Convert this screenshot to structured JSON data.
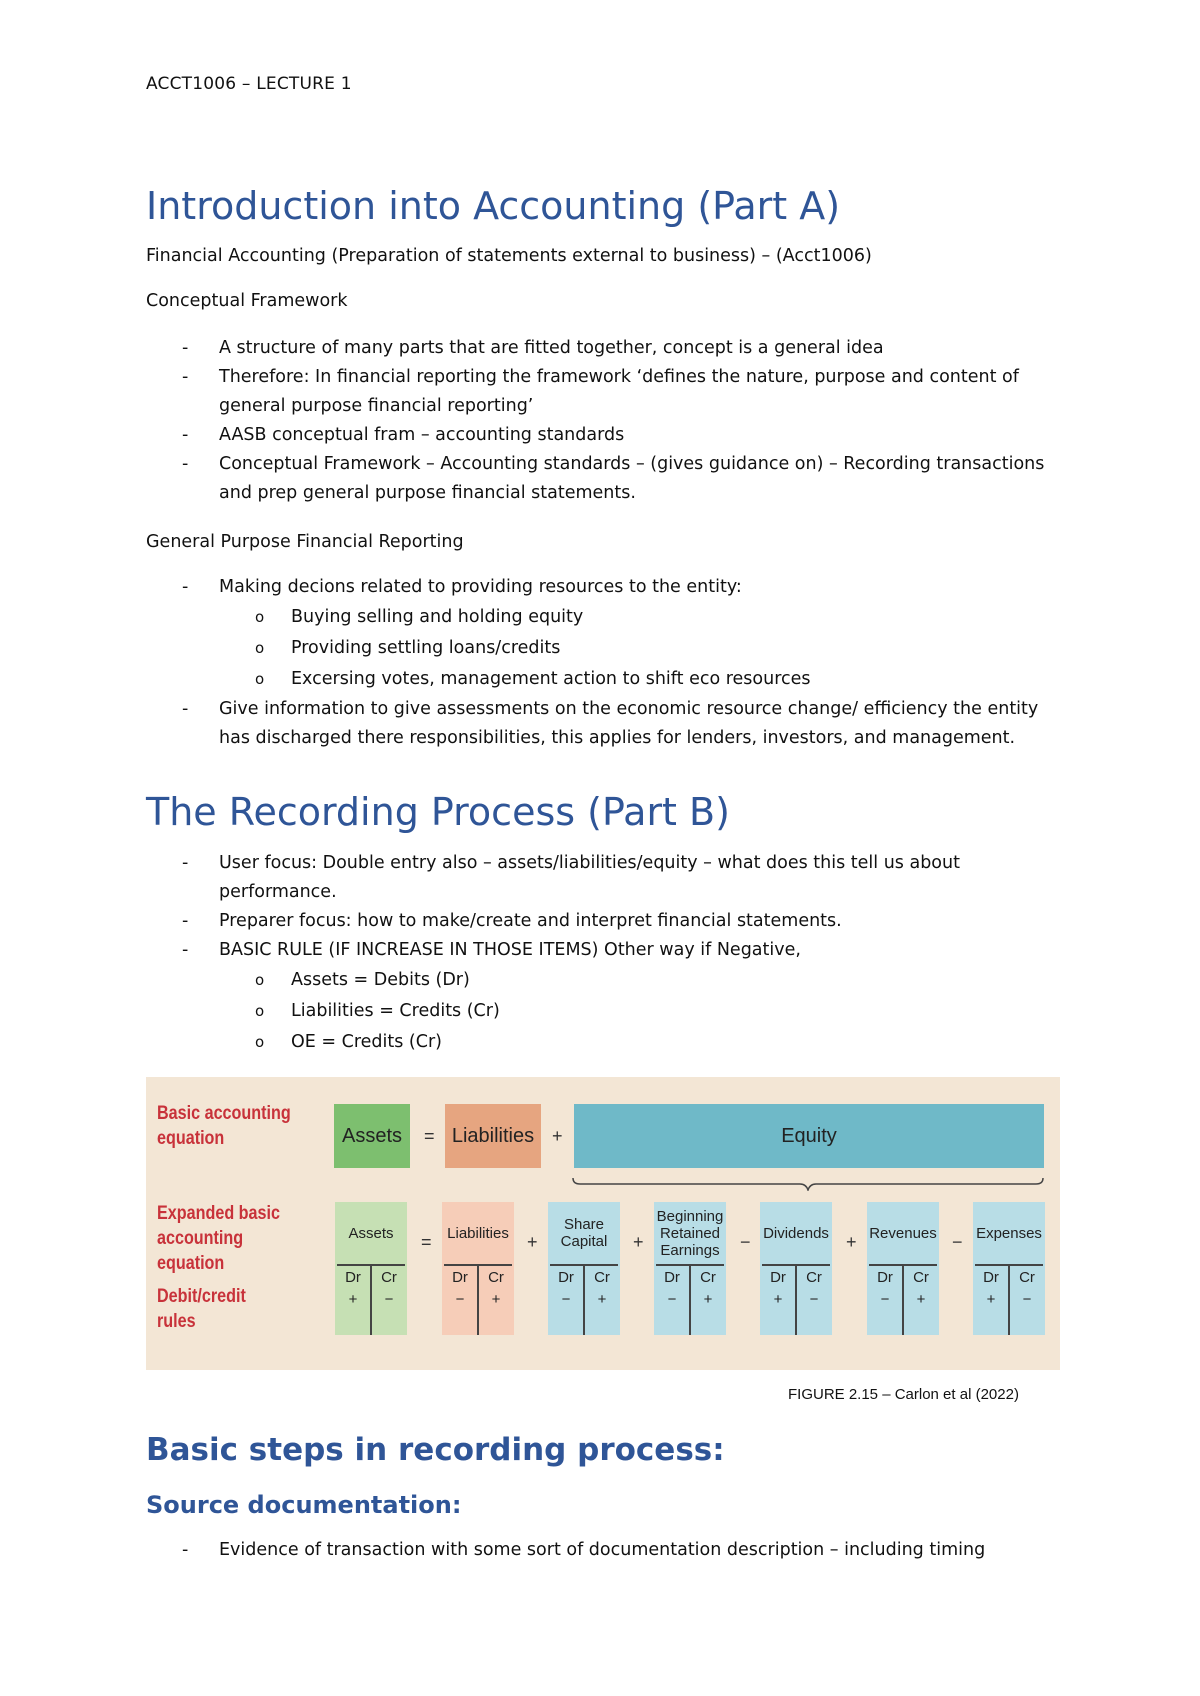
{
  "header": "ACCT1006 – LECTURE 1",
  "section_a": {
    "title": "Introduction into Accounting (Part A)",
    "subtitle": "Financial Accounting (Preparation of statements external to business) – (Acct1006)",
    "conceptual_heading": "Conceptual Framework",
    "conceptual_items": [
      "A structure of many parts that are fitted together, concept is a general idea",
      "Therefore: In financial reporting the framework ‘defines the nature, purpose and content of general purpose financial reporting’",
      "AASB conceptual fram – accounting standards",
      "Conceptual Framework – Accounting standards – (gives guidance on) – Recording transactions and prep general purpose financial statements."
    ],
    "gpfr_heading": "General Purpose Financial Reporting",
    "gpfr_item1": "Making decions related to providing resources to the entity:",
    "gpfr_subitems": [
      "Buying selling and holding equity",
      "Providing settling loans/credits",
      "Excersing votes, management action to shift eco resources"
    ],
    "gpfr_item2": "Give information to give assessments on the economic resource change/ efficiency the entity has discharged there responsibilities, this applies for lenders, investors, and management."
  },
  "section_b": {
    "title": "The Recording Process (Part B)",
    "items": [
      "User focus: Double entry also – assets/liabilities/equity – what does this tell us about performance.",
      "Preparer focus: how to make/create and interpret financial statements.",
      "BASIC RULE (IF INCREASE IN THOSE ITEMS) Other way if Negative,"
    ],
    "rules": [
      "Assets = Debits (Dr)",
      "Liabilities = Credits (Cr)",
      "OE = Credits (Cr)"
    ]
  },
  "figure": {
    "row_label_1": "Basic accounting equation",
    "row_label_2": "Expanded basic accounting equation",
    "row_label_3": "Debit/credit rules",
    "top": {
      "assets": "Assets",
      "eq": "=",
      "liabilities": "Liabilities",
      "plus": "+",
      "equity": "Equity"
    },
    "accounts": [
      {
        "label": "Assets",
        "dr": "+",
        "cr": "−",
        "color": "#c6e0b4"
      },
      {
        "label": "Liabilities",
        "dr": "−",
        "cr": "+",
        "color": "#f6cdb8"
      },
      {
        "label": "Share Capital",
        "dr": "−",
        "cr": "+",
        "color": "#b8dde6"
      },
      {
        "label": "Beginning Retained Earnings",
        "dr": "−",
        "cr": "+",
        "color": "#b8dde6"
      },
      {
        "label": "Dividends",
        "dr": "+",
        "cr": "−",
        "color": "#b8dde6"
      },
      {
        "label": "Revenues",
        "dr": "−",
        "cr": "+",
        "color": "#b8dde6"
      },
      {
        "label": "Expenses",
        "dr": "+",
        "cr": "−",
        "color": "#b8dde6"
      }
    ],
    "operators": [
      "=",
      "+",
      "+",
      "−",
      "+",
      "−"
    ],
    "dr_label": "Dr",
    "cr_label": "Cr",
    "caption": "FIGURE 2.15 – Carlon et al (2022)"
  },
  "section_c": {
    "title": "Basic steps in recording process:",
    "subheading": "Source documentation:",
    "items": [
      "Evidence of transaction with some sort of documentation description – including timing"
    ]
  },
  "colors": {
    "heading": "#2f5597",
    "figure_bg": "#f3e6d5",
    "figure_label": "#c8323a",
    "assets_box": "#7dbf6f",
    "liabilities_box": "#e6a580",
    "equity_box": "#6fb9c8"
  }
}
